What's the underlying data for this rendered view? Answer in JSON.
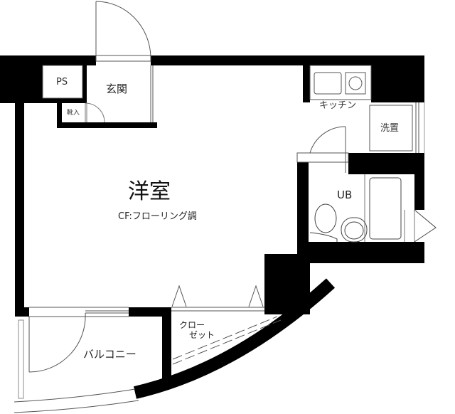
{
  "floor_plan": {
    "rooms": {
      "western_room": {
        "label": "洋室",
        "sublabel": "CF:フローリング調"
      },
      "entrance": {
        "label": "玄関"
      },
      "pipe_space": {
        "label": "PS"
      },
      "shoe_storage": {
        "label": "靴入"
      },
      "kitchen": {
        "label": "キッチン"
      },
      "washer_space": {
        "label": "洗置"
      },
      "unit_bath": {
        "label": "UB"
      },
      "closet": {
        "label_line1": "クロー",
        "label_line2": "ゼット"
      },
      "balcony": {
        "label": "バルコニー"
      }
    },
    "colors": {
      "wall": "#000000",
      "line": "#555555",
      "background": "#ffffff"
    }
  }
}
